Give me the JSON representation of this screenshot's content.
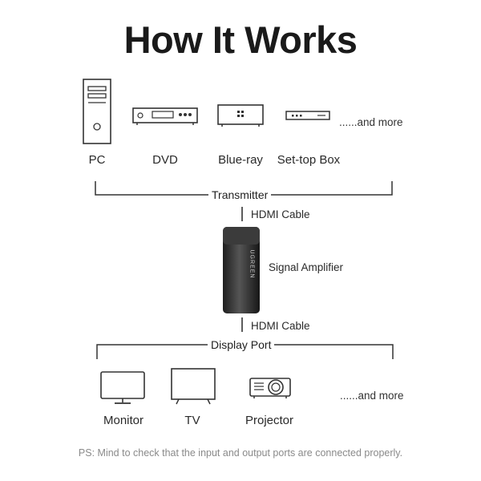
{
  "title": "How It Works",
  "sources": {
    "items": [
      {
        "label": "PC",
        "icon": "pc-tower-icon"
      },
      {
        "label": "DVD",
        "icon": "dvd-player-icon"
      },
      {
        "label": "Blue-ray",
        "icon": "bluray-player-icon"
      },
      {
        "label": "Set-top Box",
        "icon": "set-top-box-icon"
      }
    ],
    "more": "......and more"
  },
  "transmitter_label": "Transmitter",
  "cable_top_label": "HDMI Cable",
  "amplifier_label": "Signal Amplifier",
  "amplifier_brand": "UGREEN",
  "cable_bottom_label": "HDMI Cable",
  "display_label": "Display Port",
  "displays": {
    "items": [
      {
        "label": "Monitor",
        "icon": "monitor-icon"
      },
      {
        "label": "TV",
        "icon": "tv-icon"
      },
      {
        "label": "Projector",
        "icon": "projector-icon"
      }
    ],
    "more": "......and more"
  },
  "note": "PS: Mind to check that the input and output ports are connected properly.",
  "colors": {
    "line": "#333333",
    "device_fill": "#2b2b2b"
  }
}
